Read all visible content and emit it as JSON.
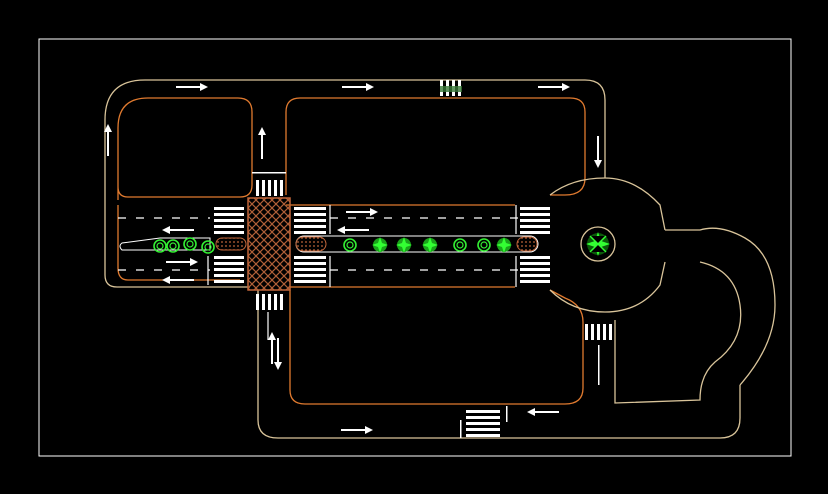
{
  "colors": {
    "background": "#000000",
    "frame": "#ffffff",
    "road_edge": "#d9c49a",
    "road_edge_orange": "#e07a2f",
    "marking": "#ffffff",
    "crosshatch": "#8a4a2a",
    "median_hatch": "#c0663a",
    "tree": "#22dd22",
    "tree_dark": "#0a5a0a"
  },
  "diagram": {
    "elements": [
      "outer-frame",
      "road-network",
      "roundabout",
      "central-intersection",
      "median-strip",
      "crosswalks",
      "direction-arrows",
      "trees"
    ]
  }
}
